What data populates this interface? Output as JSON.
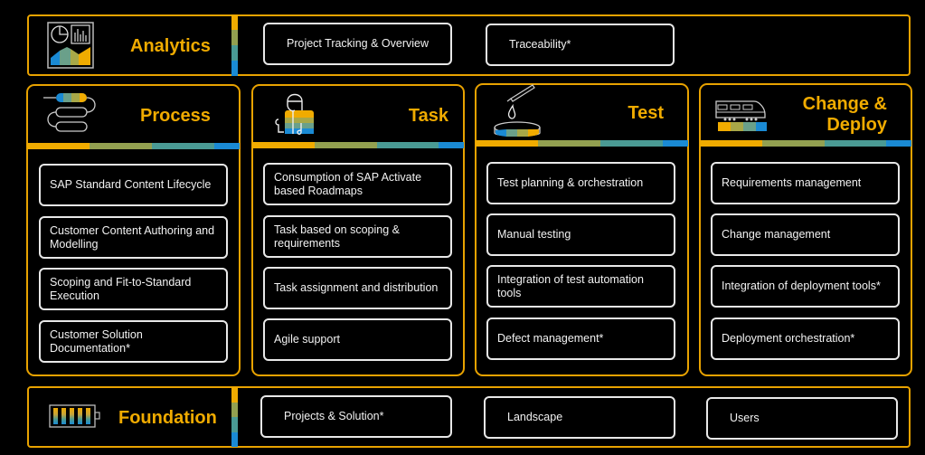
{
  "colors": {
    "accent": "#f0ab00",
    "frame_border": "#e8a200",
    "stripe": [
      "#f0ab00",
      "#93a050",
      "#4a9a94",
      "#1a8ad4"
    ],
    "box_border": "#e8e8e8",
    "background": "#000000"
  },
  "analytics": {
    "title": "Analytics",
    "icon": "analytics-dashboard-icon",
    "items": [
      "Project Tracking & Overview",
      "Traceability*"
    ]
  },
  "columns": [
    {
      "title": "Process",
      "icon": "process-flow-icon",
      "items": [
        "SAP Standard Content Lifecycle",
        "Customer Content Authoring and Modelling",
        "Scoping and Fit-to-Standard Execution",
        "Customer Solution Documentation*"
      ]
    },
    {
      "title": "Task",
      "icon": "task-worker-icon",
      "items": [
        "Consumption of SAP Activate based Roadmaps",
        "Task based on scoping & requirements",
        "Task assignment and distribution",
        "Agile support"
      ]
    },
    {
      "title": "Test",
      "icon": "test-pipette-dish-icon",
      "items": [
        "Test planning & orchestration",
        "Manual testing",
        "Integration of test automation tools",
        "Defect management*"
      ]
    },
    {
      "title_line1": "Change &",
      "title_line2": "Deploy",
      "icon": "deploy-train-icon",
      "items": [
        "Requirements management",
        "Change management",
        "Integration of deployment tools*",
        "Deployment orchestration*"
      ]
    }
  ],
  "foundation": {
    "title": "Foundation",
    "icon": "foundation-battery-icon",
    "items": [
      "Projects & Solution*",
      "Landscape",
      "Users"
    ]
  }
}
